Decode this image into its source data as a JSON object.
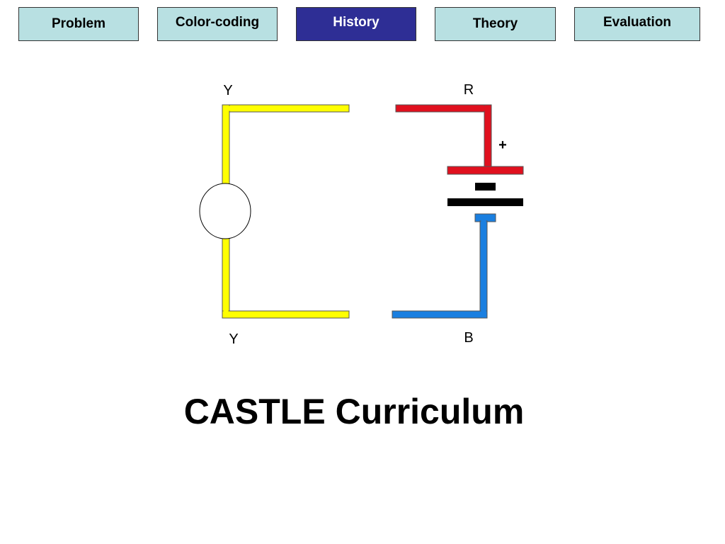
{
  "nav": {
    "tabs": [
      {
        "label": "Problem",
        "active": false
      },
      {
        "label": "Color-coding",
        "active": false
      },
      {
        "label": "History",
        "active": true
      },
      {
        "label": "Theory",
        "active": false
      },
      {
        "label": "Evaluation",
        "active": false
      }
    ],
    "active_color": "#2e2e95",
    "inactive_color": "#b8e0e2"
  },
  "diagram": {
    "labels": {
      "top_left": "Y",
      "bottom_left": "Y",
      "top_right": "R",
      "bottom_right": "B",
      "plus": "+"
    },
    "colors": {
      "yellow": "#ffff00",
      "red": "#e0101e",
      "blue": "#1a7fe0",
      "black": "#000000"
    }
  },
  "title": "CASTLE Curriculum"
}
